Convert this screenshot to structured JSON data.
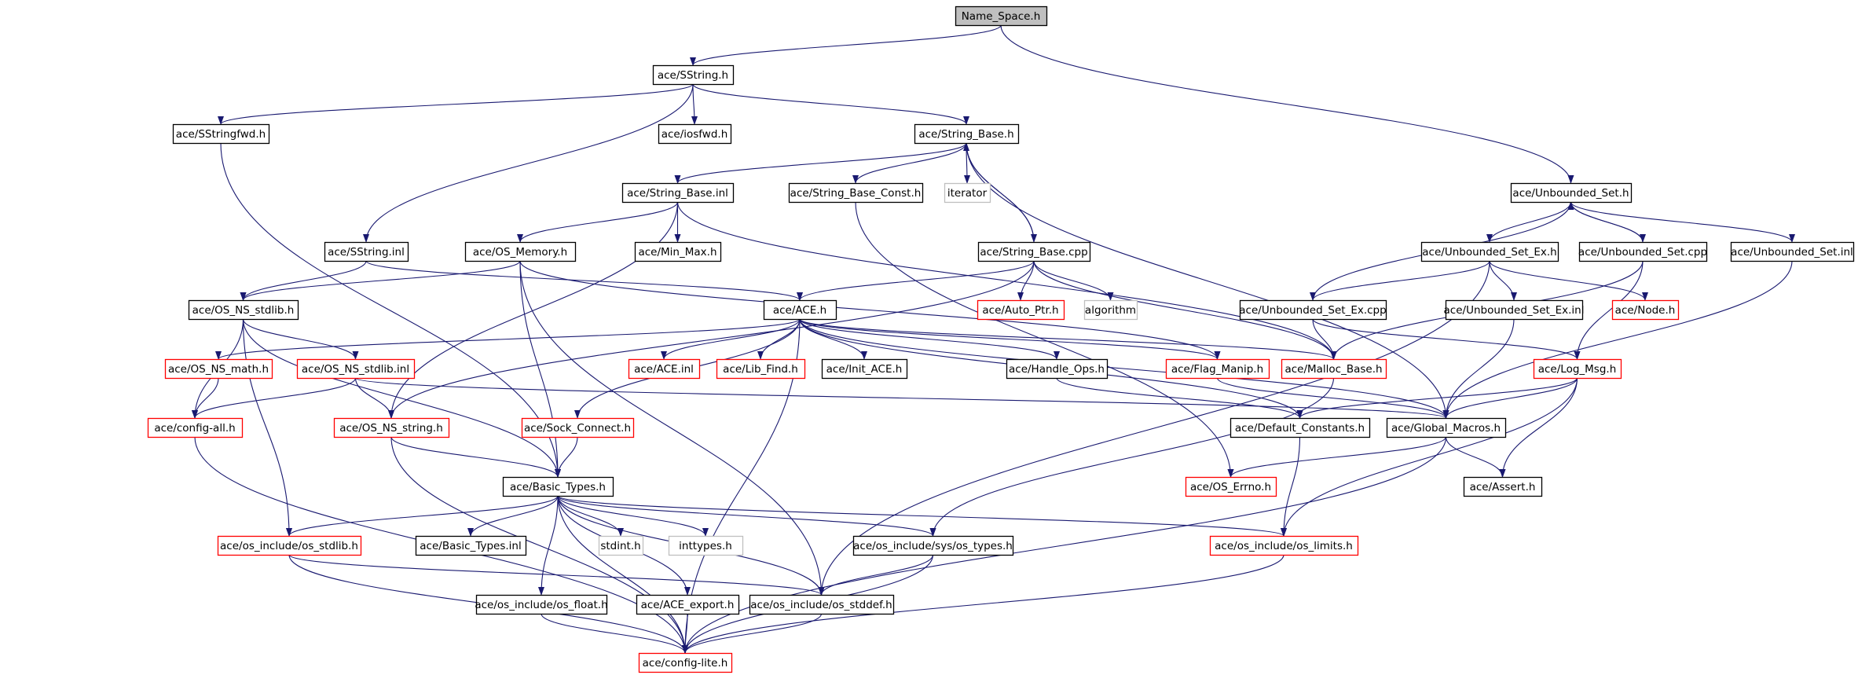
{
  "diagram": {
    "style": {
      "edge_color": "#191970",
      "border_default": "#000000",
      "border_truncated": "#ff0000",
      "border_external": "#bfbfbf",
      "root_fill": "#bfbfbf",
      "node_fill": "#ffffff"
    },
    "nodes": [
      {
        "id": "name_space",
        "label": "Name_Space.h",
        "kind": "root"
      },
      {
        "id": "sstring_h",
        "label": "ace/SString.h",
        "kind": "normal"
      },
      {
        "id": "sstringfwd",
        "label": "ace/SStringfwd.h",
        "kind": "normal"
      },
      {
        "id": "iosfwd",
        "label": "ace/iosfwd.h",
        "kind": "normal"
      },
      {
        "id": "string_base_h",
        "label": "ace/String_Base.h",
        "kind": "normal"
      },
      {
        "id": "string_base_inl",
        "label": "ace/String_Base.inl",
        "kind": "normal"
      },
      {
        "id": "string_base_const",
        "label": "ace/String_Base_Const.h",
        "kind": "normal"
      },
      {
        "id": "iterator",
        "label": "iterator",
        "kind": "external"
      },
      {
        "id": "unbounded_set_h",
        "label": "ace/Unbounded_Set.h",
        "kind": "normal"
      },
      {
        "id": "sstring_inl",
        "label": "ace/SString.inl",
        "kind": "normal"
      },
      {
        "id": "os_memory",
        "label": "ace/OS_Memory.h",
        "kind": "normal"
      },
      {
        "id": "min_max",
        "label": "ace/Min_Max.h",
        "kind": "normal"
      },
      {
        "id": "string_base_cpp",
        "label": "ace/String_Base.cpp",
        "kind": "normal"
      },
      {
        "id": "unb_set_ex_h",
        "label": "ace/Unbounded_Set_Ex.h",
        "kind": "normal"
      },
      {
        "id": "unb_set_cpp",
        "label": "ace/Unbounded_Set.cpp",
        "kind": "normal"
      },
      {
        "id": "unb_set_inl",
        "label": "ace/Unbounded_Set.inl",
        "kind": "normal"
      },
      {
        "id": "os_ns_stdlib_h",
        "label": "ace/OS_NS_stdlib.h",
        "kind": "normal"
      },
      {
        "id": "ace_h",
        "label": "ace/ACE.h",
        "kind": "normal"
      },
      {
        "id": "auto_ptr",
        "label": "ace/Auto_Ptr.h",
        "kind": "truncated"
      },
      {
        "id": "algorithm",
        "label": "algorithm",
        "kind": "external"
      },
      {
        "id": "unb_set_ex_cpp",
        "label": "ace/Unbounded_Set_Ex.cpp",
        "kind": "normal"
      },
      {
        "id": "unb_set_ex_inl",
        "label": "ace/Unbounded_Set_Ex.inl",
        "kind": "normal"
      },
      {
        "id": "node_h",
        "label": "ace/Node.h",
        "kind": "truncated"
      },
      {
        "id": "os_ns_math",
        "label": "ace/OS_NS_math.h",
        "kind": "truncated"
      },
      {
        "id": "os_ns_stdlib_inl",
        "label": "ace/OS_NS_stdlib.inl",
        "kind": "truncated"
      },
      {
        "id": "ace_inl",
        "label": "ace/ACE.inl",
        "kind": "truncated"
      },
      {
        "id": "lib_find",
        "label": "ace/Lib_Find.h",
        "kind": "truncated"
      },
      {
        "id": "init_ace",
        "label": "ace/Init_ACE.h",
        "kind": "normal"
      },
      {
        "id": "handle_ops",
        "label": "ace/Handle_Ops.h",
        "kind": "normal"
      },
      {
        "id": "flag_manip",
        "label": "ace/Flag_Manip.h",
        "kind": "truncated"
      },
      {
        "id": "malloc_base",
        "label": "ace/Malloc_Base.h",
        "kind": "truncated"
      },
      {
        "id": "log_msg",
        "label": "ace/Log_Msg.h",
        "kind": "truncated"
      },
      {
        "id": "config_all",
        "label": "ace/config-all.h",
        "kind": "truncated"
      },
      {
        "id": "os_ns_string",
        "label": "ace/OS_NS_string.h",
        "kind": "truncated"
      },
      {
        "id": "sock_connect",
        "label": "ace/Sock_Connect.h",
        "kind": "truncated"
      },
      {
        "id": "default_constants",
        "label": "ace/Default_Constants.h",
        "kind": "normal"
      },
      {
        "id": "global_macros",
        "label": "ace/Global_Macros.h",
        "kind": "normal"
      },
      {
        "id": "basic_types_h",
        "label": "ace/Basic_Types.h",
        "kind": "normal"
      },
      {
        "id": "os_errno",
        "label": "ace/OS_Errno.h",
        "kind": "truncated"
      },
      {
        "id": "assert_h",
        "label": "ace/Assert.h",
        "kind": "normal"
      },
      {
        "id": "os_stdlib",
        "label": "ace/os_include/os_stdlib.h",
        "kind": "truncated"
      },
      {
        "id": "basic_types_inl",
        "label": "ace/Basic_Types.inl",
        "kind": "normal"
      },
      {
        "id": "stdint",
        "label": "stdint.h",
        "kind": "external"
      },
      {
        "id": "inttypes",
        "label": "inttypes.h",
        "kind": "external"
      },
      {
        "id": "sys_os_types",
        "label": "ace/os_include/sys/os_types.h",
        "kind": "normal"
      },
      {
        "id": "os_limits",
        "label": "ace/os_include/os_limits.h",
        "kind": "truncated"
      },
      {
        "id": "os_float",
        "label": "ace/os_include/os_float.h",
        "kind": "normal"
      },
      {
        "id": "ace_export",
        "label": "ace/ACE_export.h",
        "kind": "normal"
      },
      {
        "id": "os_stddef",
        "label": "ace/os_include/os_stddef.h",
        "kind": "normal"
      },
      {
        "id": "config_lite",
        "label": "ace/config-lite.h",
        "kind": "truncated"
      }
    ],
    "edges": [
      [
        "name_space",
        "sstring_h"
      ],
      [
        "name_space",
        "unbounded_set_h"
      ],
      [
        "sstring_h",
        "sstringfwd"
      ],
      [
        "sstring_h",
        "iosfwd"
      ],
      [
        "sstring_h",
        "string_base_h"
      ],
      [
        "sstring_h",
        "sstring_inl"
      ],
      [
        "sstringfwd",
        "basic_types_h"
      ],
      [
        "string_base_h",
        "string_base_inl"
      ],
      [
        "string_base_h",
        "string_base_const"
      ],
      [
        "string_base_h",
        "iterator"
      ],
      [
        "string_base_h",
        "string_base_cpp"
      ],
      [
        "string_base_h",
        "global_macros"
      ],
      [
        "string_base_inl",
        "os_memory"
      ],
      [
        "string_base_inl",
        "min_max"
      ],
      [
        "string_base_inl",
        "os_ns_string"
      ],
      [
        "string_base_inl",
        "malloc_base"
      ],
      [
        "string_base_const",
        "os_errno"
      ],
      [
        "string_base_cpp",
        "string_base_h"
      ],
      [
        "string_base_cpp",
        "ace_h"
      ],
      [
        "string_base_cpp",
        "auto_ptr"
      ],
      [
        "string_base_cpp",
        "algorithm"
      ],
      [
        "string_base_cpp",
        "malloc_base"
      ],
      [
        "string_base_cpp",
        "os_ns_string"
      ],
      [
        "sstring_inl",
        "os_ns_stdlib_h"
      ],
      [
        "sstring_inl",
        "ace_h"
      ],
      [
        "os_memory",
        "os_ns_stdlib_h"
      ],
      [
        "os_memory",
        "basic_types_h"
      ],
      [
        "os_memory",
        "os_stddef"
      ],
      [
        "os_memory",
        "flag_manip"
      ],
      [
        "unbounded_set_h",
        "unb_set_ex_h"
      ],
      [
        "unbounded_set_h",
        "unb_set_cpp"
      ],
      [
        "unbounded_set_h",
        "unb_set_inl"
      ],
      [
        "unb_set_cpp",
        "unbounded_set_h"
      ],
      [
        "unb_set_cpp",
        "malloc_base"
      ],
      [
        "unb_set_cpp",
        "log_msg"
      ],
      [
        "unb_set_inl",
        "global_macros"
      ],
      [
        "unb_set_ex_h",
        "unb_set_ex_cpp"
      ],
      [
        "unb_set_ex_h",
        "unb_set_ex_inl"
      ],
      [
        "unb_set_ex_h",
        "node_h"
      ],
      [
        "unb_set_ex_h",
        "os_stddef"
      ],
      [
        "unb_set_ex_cpp",
        "unbounded_set_h"
      ],
      [
        "unb_set_ex_cpp",
        "malloc_base"
      ],
      [
        "unb_set_ex_cpp",
        "log_msg"
      ],
      [
        "unb_set_ex_inl",
        "global_macros"
      ],
      [
        "os_ns_stdlib_h",
        "os_ns_stdlib_inl"
      ],
      [
        "os_ns_stdlib_h",
        "config_all"
      ],
      [
        "os_ns_stdlib_h",
        "basic_types_h"
      ],
      [
        "os_ns_stdlib_h",
        "os_stdlib"
      ],
      [
        "os_ns_stdlib_inl",
        "config_all"
      ],
      [
        "os_ns_stdlib_inl",
        "os_ns_string"
      ],
      [
        "os_ns_stdlib_inl",
        "global_macros"
      ],
      [
        "ace_h",
        "os_ns_math"
      ],
      [
        "ace_h",
        "ace_inl"
      ],
      [
        "ace_h",
        "lib_find"
      ],
      [
        "ace_h",
        "init_ace"
      ],
      [
        "ace_h",
        "handle_ops"
      ],
      [
        "ace_h",
        "flag_manip"
      ],
      [
        "ace_h",
        "malloc_base"
      ],
      [
        "ace_h",
        "sock_connect"
      ],
      [
        "ace_h",
        "default_constants"
      ],
      [
        "ace_h",
        "global_macros"
      ],
      [
        "ace_h",
        "config_lite"
      ],
      [
        "os_ns_math",
        "config_all"
      ],
      [
        "config_all",
        "config_lite"
      ],
      [
        "handle_ops",
        "default_constants"
      ],
      [
        "flag_manip",
        "global_macros"
      ],
      [
        "malloc_base",
        "sys_os_types"
      ],
      [
        "log_msg",
        "default_constants"
      ],
      [
        "log_msg",
        "global_macros"
      ],
      [
        "log_msg",
        "assert_h"
      ],
      [
        "log_msg",
        "os_limits"
      ],
      [
        "os_ns_string",
        "basic_types_h"
      ],
      [
        "os_ns_string",
        "config_lite"
      ],
      [
        "sock_connect",
        "basic_types_h"
      ],
      [
        "default_constants",
        "os_limits"
      ],
      [
        "global_macros",
        "os_errno"
      ],
      [
        "global_macros",
        "assert_h"
      ],
      [
        "global_macros",
        "config_lite"
      ],
      [
        "basic_types_h",
        "os_stdlib"
      ],
      [
        "basic_types_h",
        "basic_types_inl"
      ],
      [
        "basic_types_h",
        "stdint"
      ],
      [
        "basic_types_h",
        "inttypes"
      ],
      [
        "basic_types_h",
        "sys_os_types"
      ],
      [
        "basic_types_h",
        "os_limits"
      ],
      [
        "basic_types_h",
        "os_float"
      ],
      [
        "basic_types_h",
        "ace_export"
      ],
      [
        "basic_types_h",
        "os_stddef"
      ],
      [
        "basic_types_h",
        "config_lite"
      ],
      [
        "os_stdlib",
        "os_stddef"
      ],
      [
        "os_stdlib",
        "config_lite"
      ],
      [
        "sys_os_types",
        "os_stddef"
      ],
      [
        "sys_os_types",
        "config_lite"
      ],
      [
        "os_limits",
        "config_lite"
      ],
      [
        "os_float",
        "config_lite"
      ],
      [
        "ace_export",
        "config_lite"
      ],
      [
        "os_stddef",
        "config_lite"
      ]
    ]
  }
}
